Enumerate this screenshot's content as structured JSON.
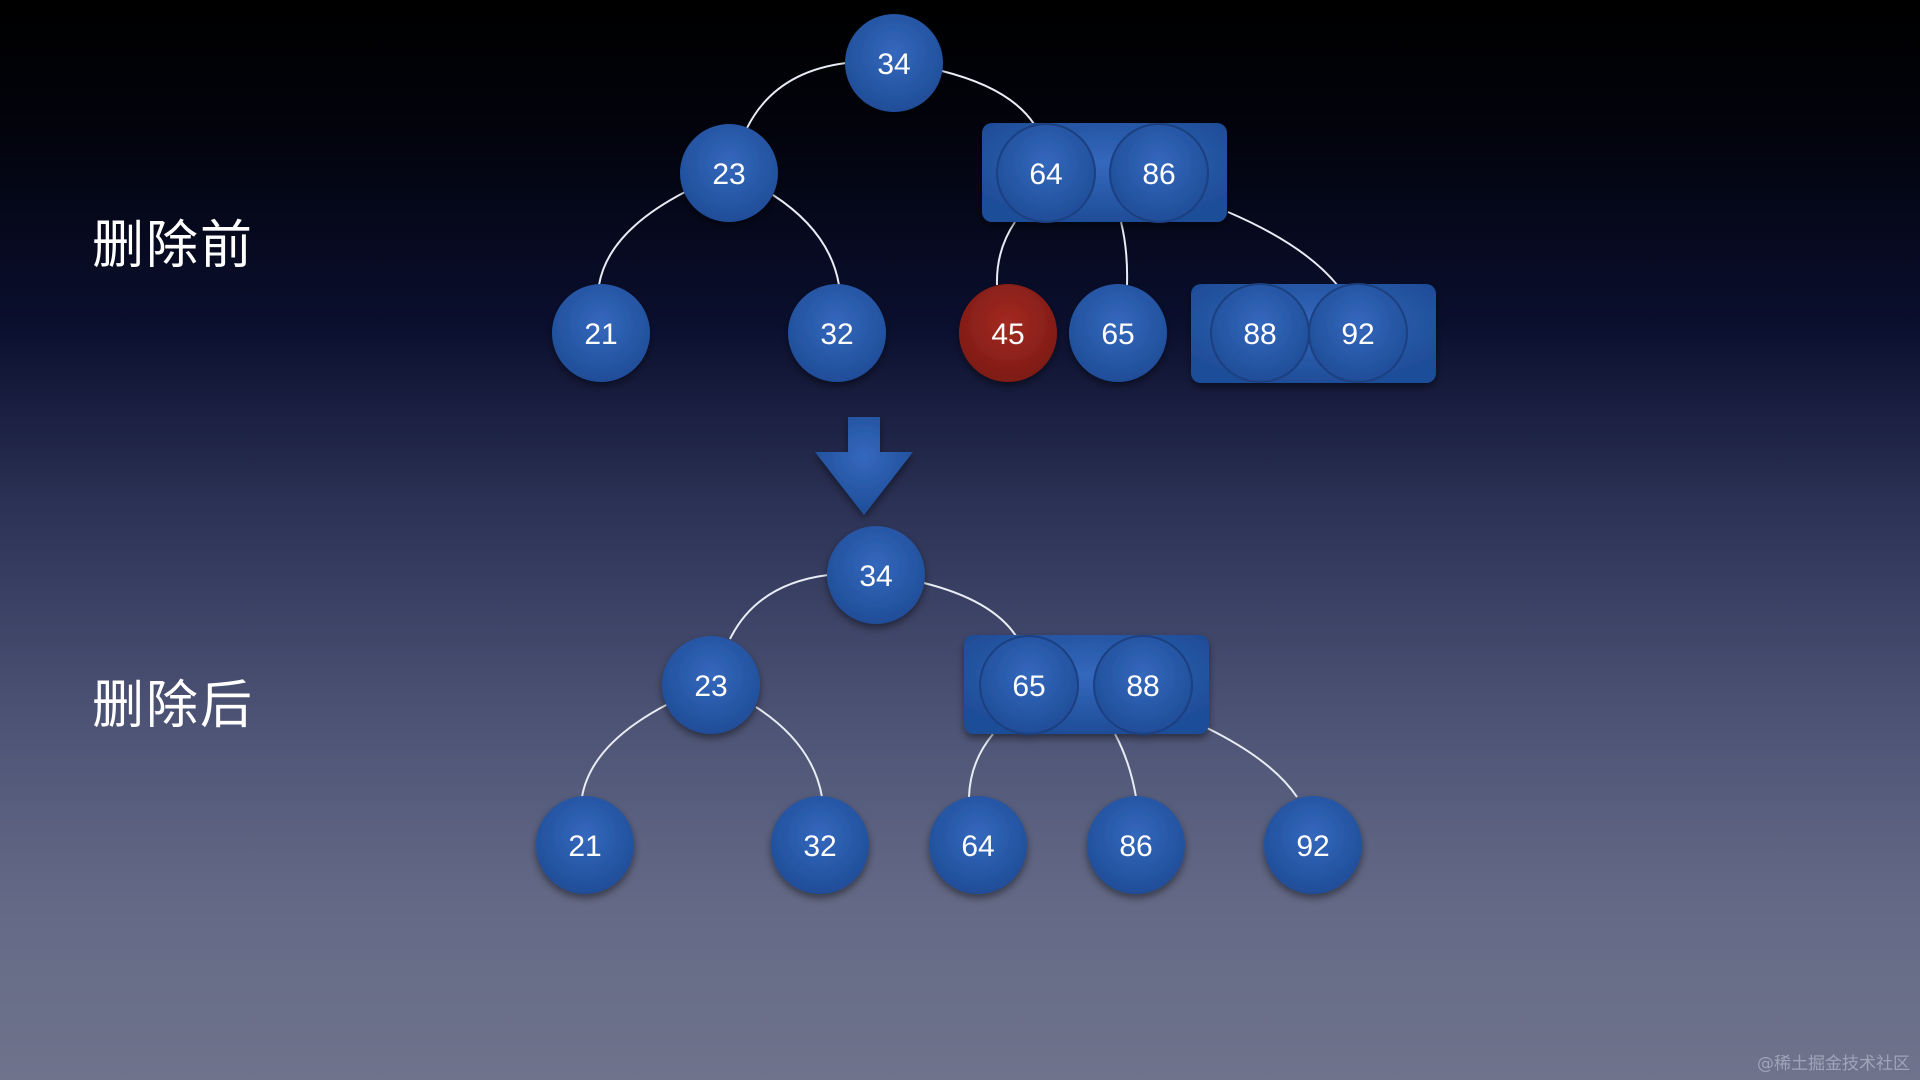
{
  "labels": {
    "before": "删除前",
    "after": "删除后"
  },
  "watermark": "@稀土掘金技术社区",
  "colors": {
    "node_blue": "#2a5aa8",
    "node_blue_dark": "#1a3f80",
    "node_deleted": "#8a1f1a",
    "edge": "#e8ecf4"
  },
  "icons": {
    "transition": "arrow-down-icon"
  },
  "before_tree": {
    "root": [
      "34"
    ],
    "level2": [
      [
        "23"
      ],
      [
        "64",
        "86"
      ]
    ],
    "level3": [
      [
        "21"
      ],
      [
        "32"
      ],
      [
        "45"
      ],
      [
        "65"
      ],
      [
        "88",
        "92"
      ]
    ],
    "deleted_key": "45"
  },
  "after_tree": {
    "root": [
      "34"
    ],
    "level2": [
      [
        "23"
      ],
      [
        "65",
        "88"
      ]
    ],
    "level3": [
      [
        "21"
      ],
      [
        "32"
      ],
      [
        "64"
      ],
      [
        "86"
      ],
      [
        "92"
      ]
    ]
  }
}
